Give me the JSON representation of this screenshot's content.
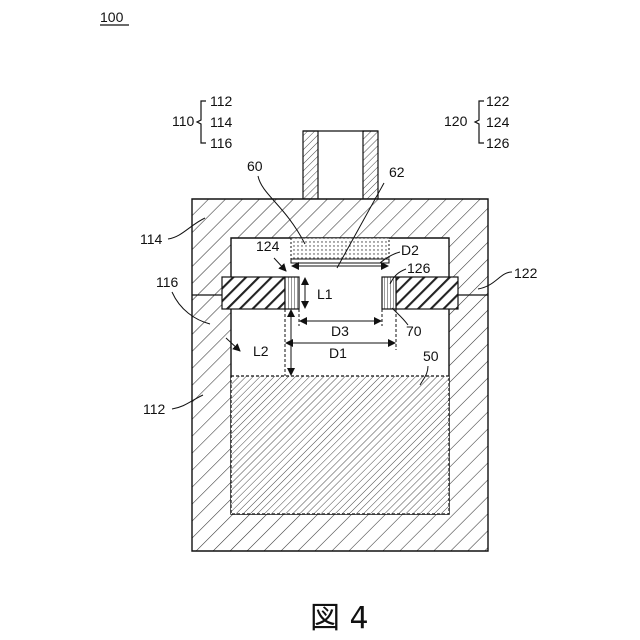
{
  "figure": {
    "ref_main": "100",
    "caption": "図 4",
    "group_110": {
      "label": "110",
      "items": [
        "112",
        "114",
        "116"
      ]
    },
    "group_120": {
      "label": "120",
      "items": [
        "122",
        "124",
        "126"
      ]
    },
    "labels": {
      "l60": "60",
      "l62": "62",
      "l114": "114",
      "l124": "124",
      "l126": "126",
      "l122": "122",
      "l116": "116",
      "lD2": "D2",
      "lL1": "L1",
      "lD3": "D3",
      "l70": "70",
      "lL2": "L2",
      "lD1": "D1",
      "l50": "50",
      "l112": "112"
    }
  }
}
